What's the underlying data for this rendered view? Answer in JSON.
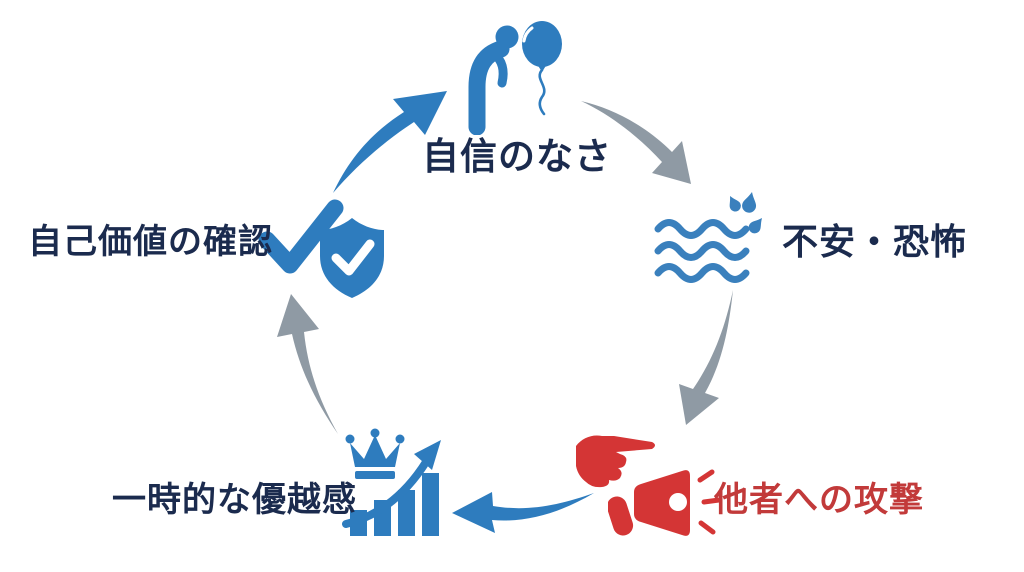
{
  "page": {
    "background": "#ffffff"
  },
  "diagram": {
    "type": "cycle",
    "nodes": [
      {
        "id": "lack-of-confidence",
        "label": "自信のなさ",
        "icon": "dejected-person-balloon-icon",
        "position": "top",
        "text_color": "#1b2b4e"
      },
      {
        "id": "anxiety-fear",
        "label": "不安・恐怖",
        "icon": "water-waves-icon",
        "position": "right",
        "text_color": "#1b2b4e"
      },
      {
        "id": "attack-on-others",
        "label": "他者への攻撃",
        "icon": "pointing-hand-megaphone-icon",
        "position": "bottom-right",
        "text_color": "#c23a3a"
      },
      {
        "id": "temporary-superiority",
        "label": "一時的な優越感",
        "icon": "rising-bar-chart-crown-icon",
        "position": "bottom-left",
        "text_color": "#1b2b4e"
      },
      {
        "id": "self-worth-confirmation",
        "label": "自己価値の確認",
        "icon": "checkmark-shield-icon",
        "position": "left",
        "text_color": "#1b2b4e"
      }
    ],
    "edges": [
      {
        "from": "self-worth-confirmation",
        "to": "lack-of-confidence",
        "color": "#2e7cbe"
      },
      {
        "from": "lack-of-confidence",
        "to": "anxiety-fear",
        "color": "#8f9aa4"
      },
      {
        "from": "anxiety-fear",
        "to": "attack-on-others",
        "color": "#8f9aa4"
      },
      {
        "from": "attack-on-others",
        "to": "temporary-superiority",
        "color": "#2e7cbe"
      },
      {
        "from": "temporary-superiority",
        "to": "self-worth-confirmation",
        "color": "#8f9aa4"
      }
    ],
    "colors": {
      "icon_blue": "#2e7cbe",
      "wave_blue": "#3a80bd",
      "text_navy": "#1b2b4e",
      "accent_red": "#d43535",
      "text_red": "#c23a3a",
      "arrow_gray": "#8f9aa4"
    }
  }
}
